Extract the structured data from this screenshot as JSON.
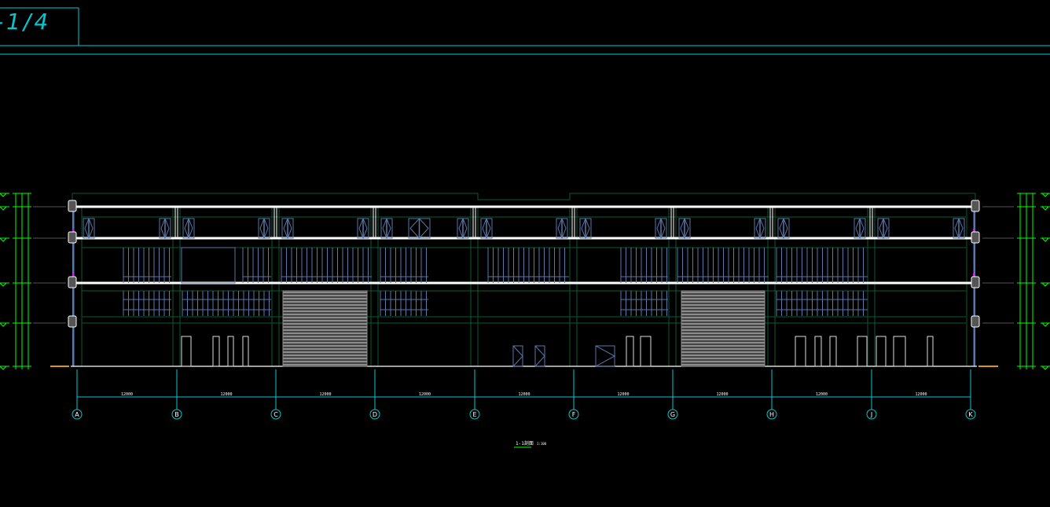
{
  "sheet": {
    "number": "-1/4"
  },
  "drawing": {
    "title": "1-1剖面",
    "scale": "1:100",
    "axes": [
      "A",
      "B",
      "C",
      "D",
      "E",
      "F",
      "G",
      "H",
      "J",
      "K"
    ],
    "bay_dimensions": [
      "12000",
      "12000",
      "12000",
      "12000",
      "12000",
      "12000",
      "12000",
      "12000",
      "12000"
    ]
  },
  "colors": {
    "cyan": "#00c8d0",
    "green_dim": "#00ff00",
    "structure_green": "#0a5a32",
    "glazing_blue": "#5a78a8",
    "slab_white": "#ffffff",
    "shutter_gray": "#8c8c8c",
    "accent_magenta": "#ff00ff",
    "ground_orange": "#d89a00"
  }
}
